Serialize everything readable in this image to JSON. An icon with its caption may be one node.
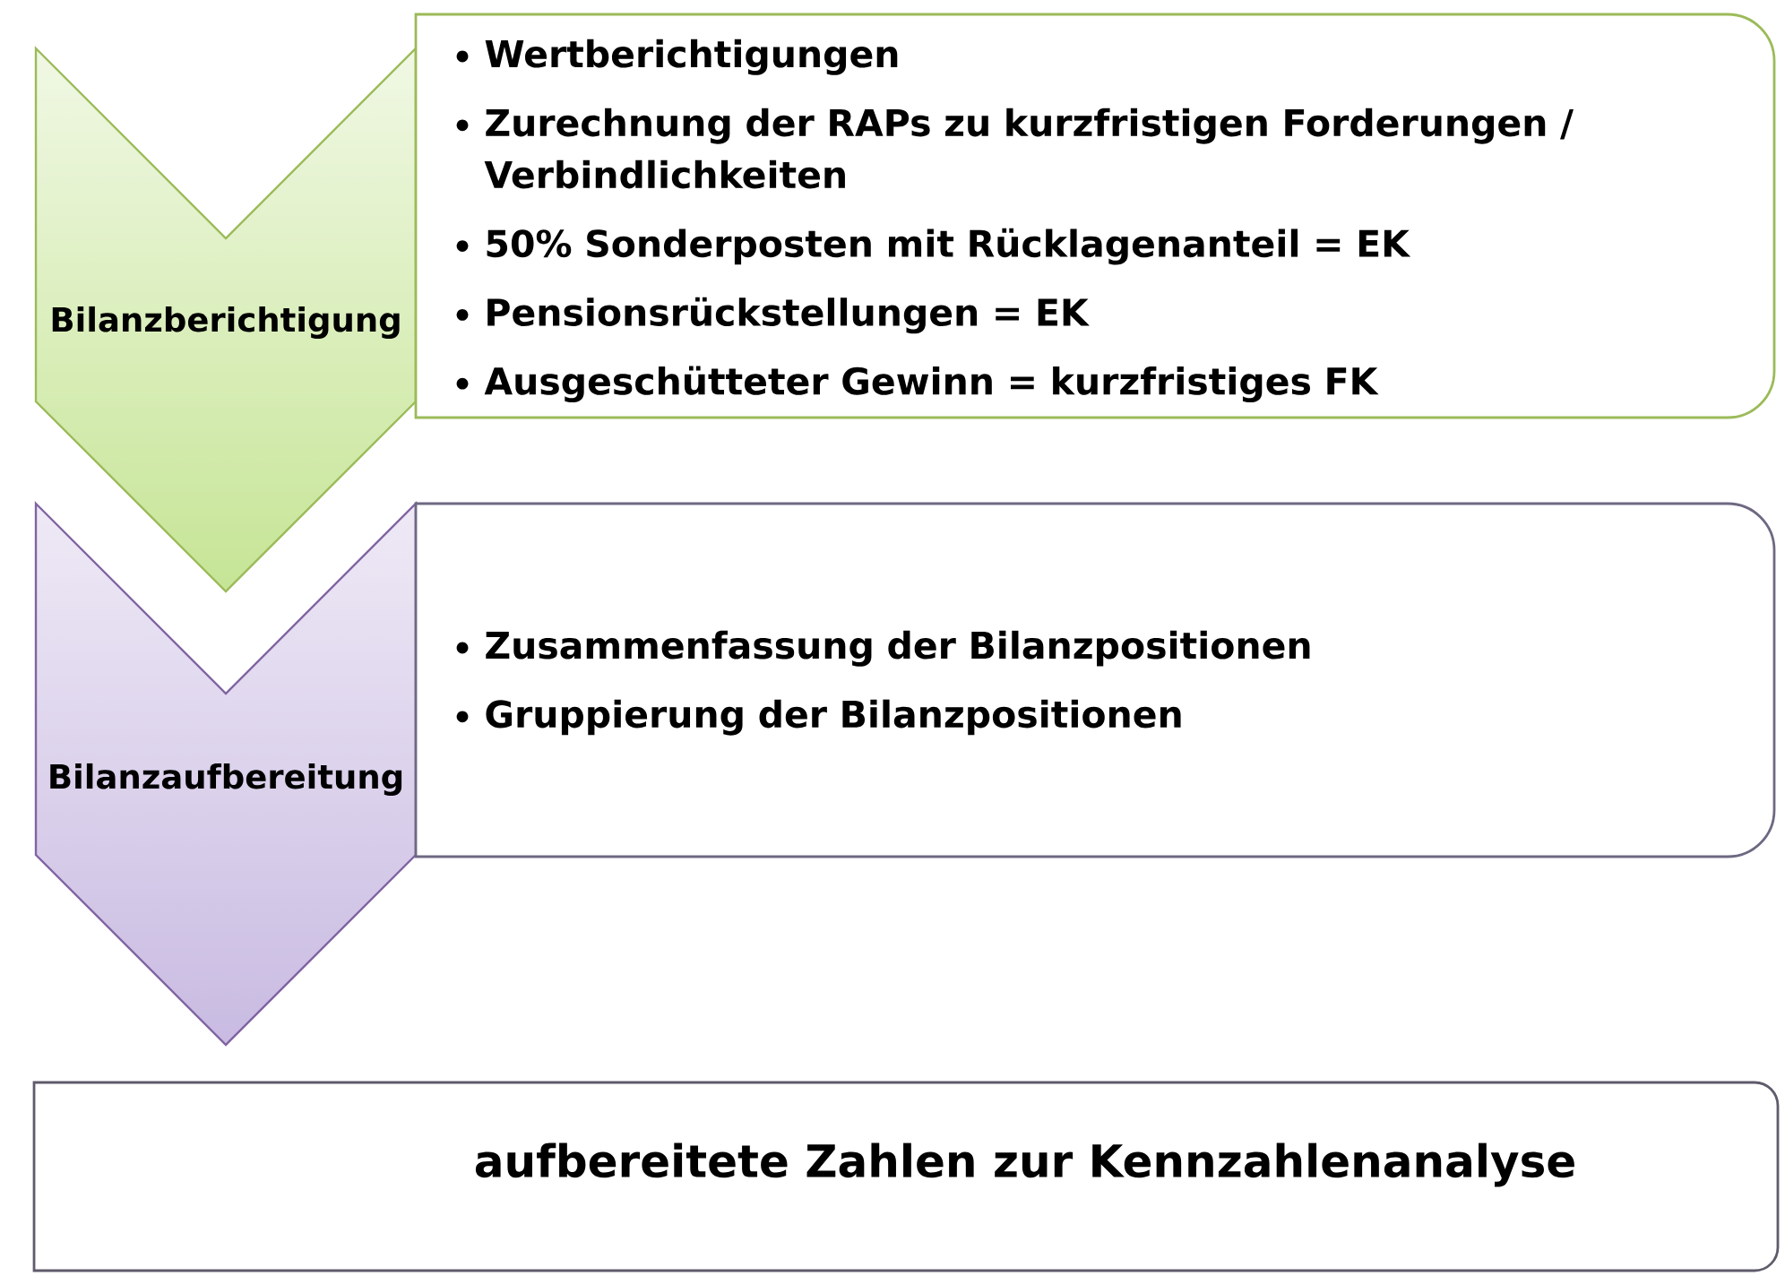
{
  "diagram": {
    "nodes": [
      {
        "text": [
          "Bilanzberichtigung"
        ]
      },
      {
        "text": [
          "Wertberichtigungen",
          "Zurechnung der RAPs zu kurzfristigen Forderungen / Verbindlichkeiten",
          "50% Sonderposten mit Rücklagenanteil = EK",
          "Pensionsrückstellungen = EK",
          "Ausgeschütteter Gewinn = kurzfristiges FK"
        ]
      },
      {
        "text": [
          "Bilanzaufbereitung"
        ]
      },
      {
        "text": [
          "Zusammenfassung der Bilanzpositionen",
          "Gruppierung der Bilanzpositionen"
        ]
      },
      {
        "text": [
          "aufbereitete Zahlen zur Kennzahlenanalyse"
        ]
      }
    ]
  }
}
